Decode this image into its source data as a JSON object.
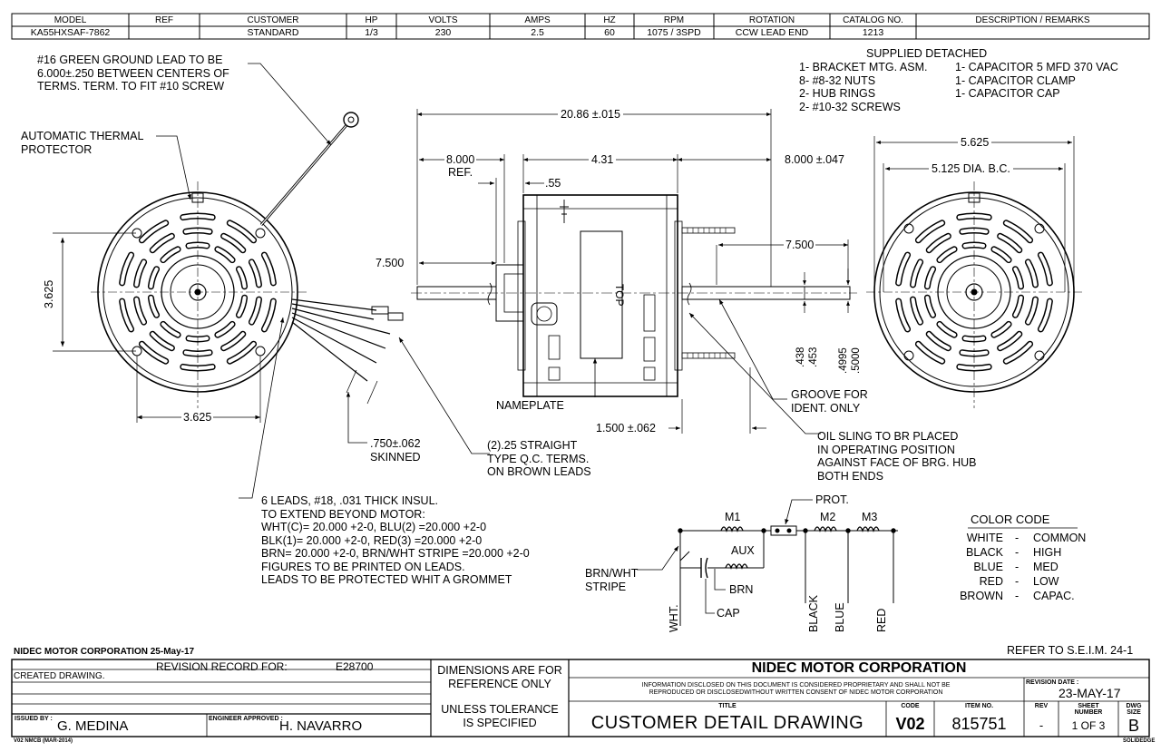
{
  "header": {
    "labels": [
      "MODEL",
      "REF",
      "CUSTOMER",
      "HP",
      "VOLTS",
      "AMPS",
      "HZ",
      "RPM",
      "ROTATION",
      "CATALOG NO.",
      "DESCRIPTION / REMARKS"
    ],
    "values": [
      "KA55HXSAF-7862",
      "",
      "STANDARD",
      "1/3",
      "230",
      "2.5",
      "60",
      "1075 / 3SPD",
      "CCW LEAD END",
      "1213",
      ""
    ]
  },
  "notes": {
    "ground_lead": [
      "#16 GREEN GROUND LEAD TO BE",
      "6.000±.250 BETWEEN CENTERS OF",
      "TERMS. TERM. TO FIT #10 SCREW"
    ],
    "thermal": [
      "AUTOMATIC THERMAL",
      "PROTECTOR"
    ],
    "supplied_title": "SUPPLIED DETACHED",
    "supplied_left": [
      "1- BRACKET MTG. ASM.",
      "8- #8-32 NUTS",
      "2- HUB RINGS",
      "2- #10-32 SCREWS"
    ],
    "supplied_right": [
      "1- CAPACITOR 5 MFD 370 VAC",
      "1- CAPACITOR CLAMP",
      "1- CAPACITOR CAP"
    ],
    "skinned": [
      ".750±.062",
      "SKINNED"
    ],
    "qc_terms": [
      "(2).25 STRAIGHT",
      "TYPE Q.C. TERMS.",
      "ON BROWN LEADS"
    ],
    "nameplate": "NAMEPLATE",
    "groove": [
      "GROOVE FOR",
      "IDENT. ONLY"
    ],
    "oil_sling": [
      "OIL SLING TO BR PLACED",
      "IN OPERATING POSITION",
      "AGAINST FACE OF BRG. HUB",
      "BOTH ENDS"
    ],
    "leads": [
      "6 LEADS, #18, .031 THICK INSUL.",
      "TO EXTEND BEYOND MOTOR:",
      "WHT(C)= 20.000 +2-0, BLU(2) =20.000 +2-0",
      "BLK(1)= 20.000 +2-0, RED(3) =20.000 +2-0",
      "BRN= 20.000 +2-0, BRN/WHT STRIPE =20.000 +2-0",
      "FIGURES TO BE PRINTED ON LEADS.",
      "LEADS TO BE PROTECTED WHIT A GROMMET"
    ],
    "refer": "REFER TO S.E.I.M. 24-1"
  },
  "dimensions": {
    "overall": "20.86 ±.015",
    "ref_len": "8.000",
    "ref_word": "REF.",
    "body": "4.31",
    "shaft_right": "8.000 ±.047",
    "offset": ".55",
    "shaft_left": "7.500",
    "shaft_right2": "7.500",
    "hub_len": "1.500 ±.062",
    "flat": [
      ".438",
      ".453"
    ],
    "shaft_dia": [
      ".4995",
      ".5000"
    ],
    "height_left": "3.625",
    "width_left": "3.625",
    "right_dia": "5.625",
    "bolt_circle": "5.125  DIA. B.C.",
    "top_mark": "TOP"
  },
  "wiring": {
    "prot": "PROT.",
    "m1": "M1",
    "m2": "M2",
    "m3": "M3",
    "aux": "AUX",
    "brn_wht": [
      "BRN/WHT",
      "STRIPE"
    ],
    "brn": "BRN",
    "cap": "CAP",
    "wht": "WHT.",
    "black": "BLACK",
    "blue": "BLUE",
    "red": "RED"
  },
  "color_code": {
    "title": "COLOR CODE",
    "rows": [
      {
        "color": "WHITE",
        "dash": "-",
        "meaning": "COMMON"
      },
      {
        "color": "BLACK",
        "dash": "-",
        "meaning": "HIGH"
      },
      {
        "color": "BLUE",
        "dash": "-",
        "meaning": "MED"
      },
      {
        "color": "RED",
        "dash": "-",
        "meaning": "LOW"
      },
      {
        "color": "BROWN",
        "dash": "-",
        "meaning": "CAPAC."
      }
    ]
  },
  "title_block": {
    "corp_date": "NIDEC MOTOR CORPORATION 25-May-17",
    "revision_record": "REVISION RECORD FOR:",
    "record_no": "E28700",
    "created": "CREATED DRAWING.",
    "issued_by_label": "ISSUED BY :",
    "issued_by": "G. MEDINA",
    "engineer_label": "ENGINEER APPROVED :",
    "engineer": "H. NAVARRO",
    "small_code": "V02  NMCB (MAR-2014)",
    "dimensions_note": [
      "DIMENSIONS ARE FOR",
      "REFERENCE ONLY"
    ],
    "tolerance_note": [
      "UNLESS TOLERANCE",
      "IS SPECIFIED"
    ],
    "company": "NIDEC MOTOR CORPORATION",
    "proprietary": [
      "INFORMATION DISCLOSED ON THIS DOCUMENT IS CONSIDERED PROPRIETARY AND SHALL NOT BE",
      "REPRODUCED OR DISCLOSEDWITHOUT WRITTEN CONSENT OF NIDEC MOTOR CORPORATION"
    ],
    "revision_date_label": "REVISION DATE :",
    "revision_date": "23-MAY-17",
    "title_label": "TITLE",
    "title": "CUSTOMER  DETAIL  DRAWING",
    "code_label": "CODE",
    "code": "V02",
    "item_label": "ITEM NO.",
    "item": "815751",
    "rev_label": "REV",
    "rev": "-",
    "sheet_label": [
      "SHEET",
      "NUMBER"
    ],
    "sheet": "1  OF  3",
    "dwg_label": [
      "DWG",
      "SIZE"
    ],
    "dwg": "B",
    "solid_edge": "SOLIDEDGE"
  }
}
